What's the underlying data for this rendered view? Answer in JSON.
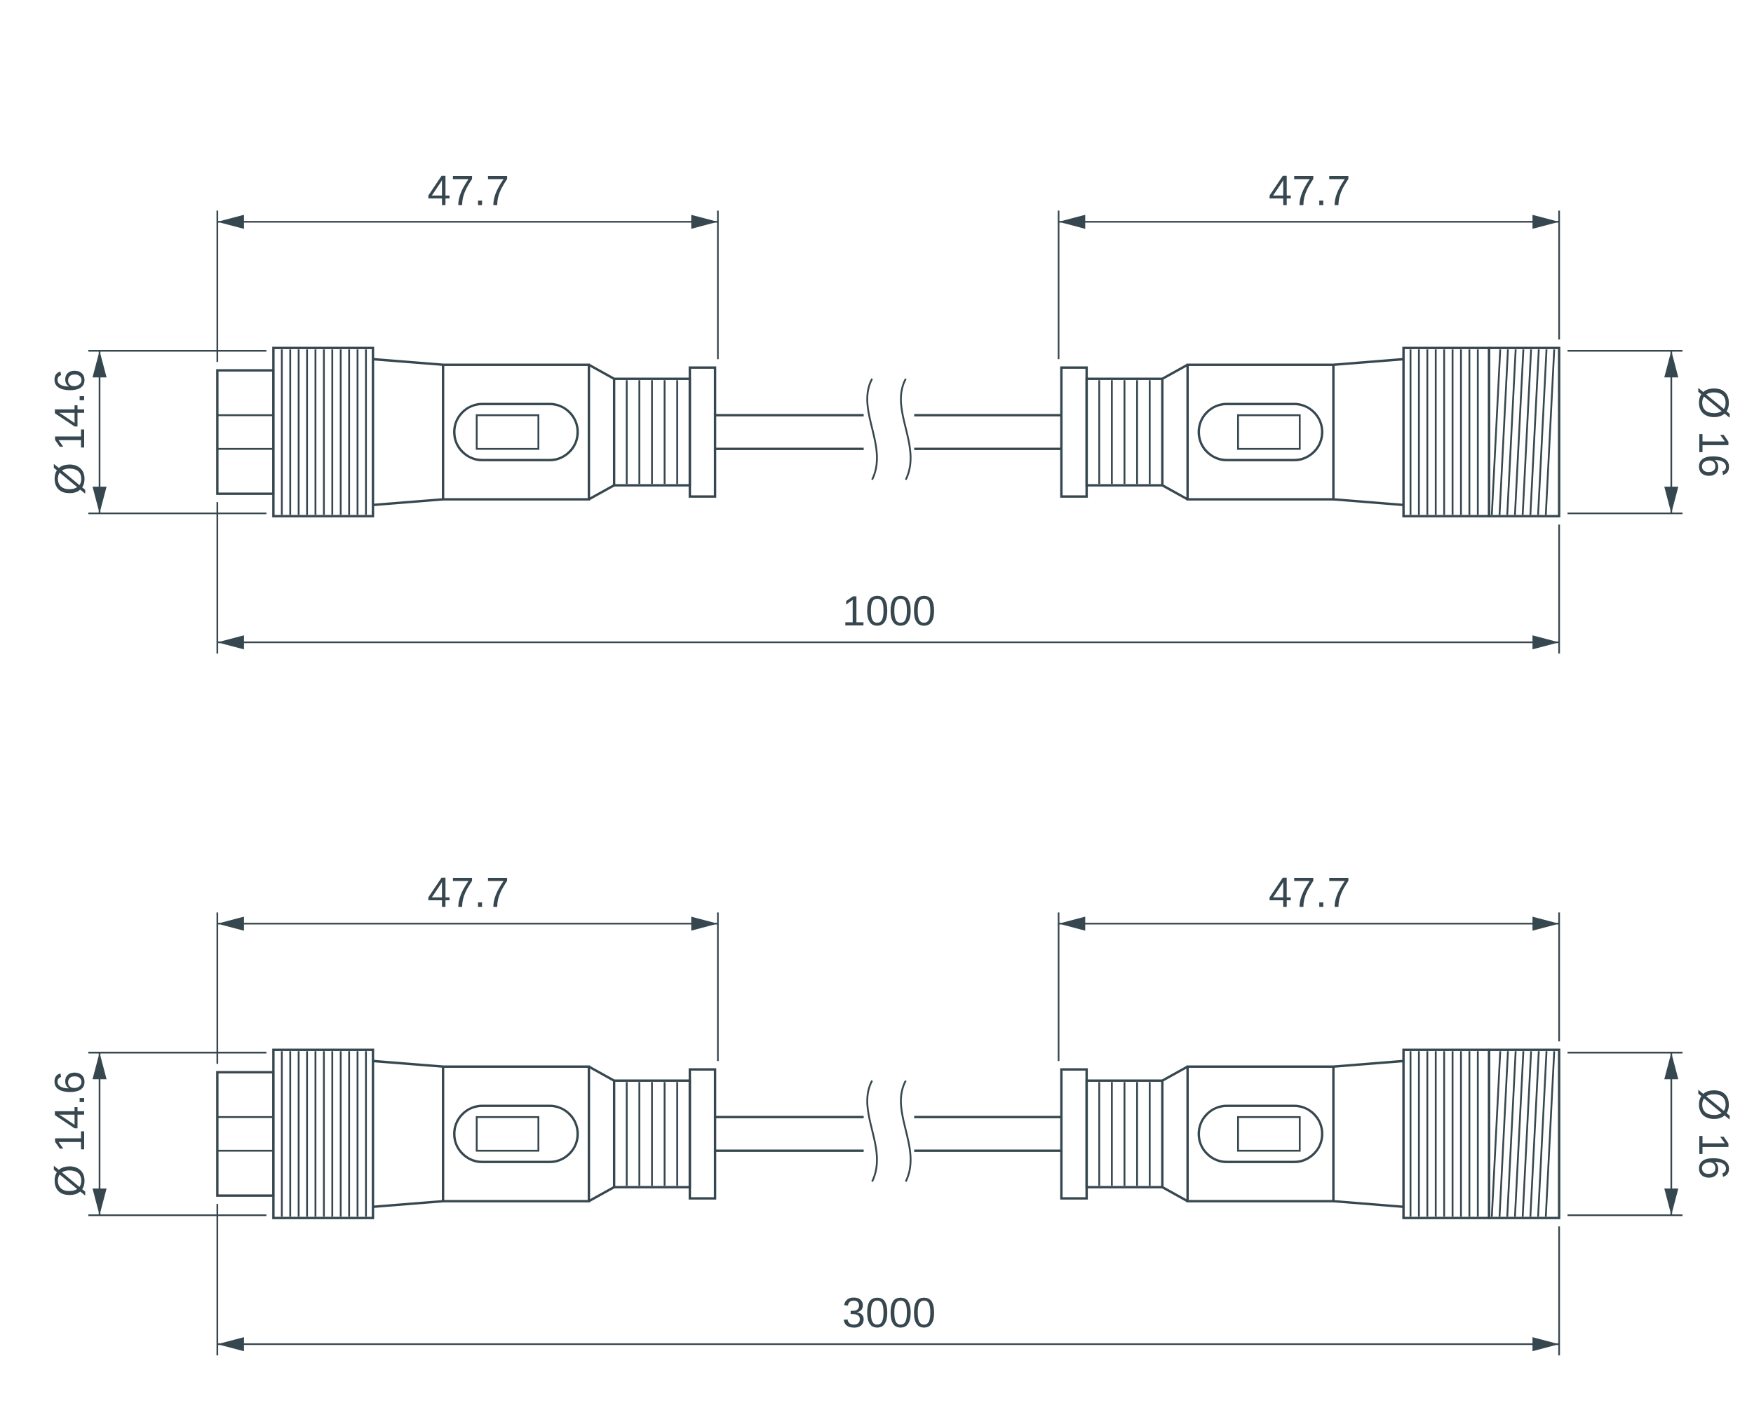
{
  "drawing": {
    "line_color": "#37474F",
    "background_color": "#FFFFFF",
    "type": "technical-dimension-drawing",
    "subject": "cable assembly with two circular connectors"
  },
  "figures": [
    {
      "left_connector_length": "47.7",
      "right_connector_length": "47.7",
      "left_diameter": "Ø 14.6",
      "right_diameter": "Ø 16",
      "total_length": "1000"
    },
    {
      "left_connector_length": "47.7",
      "right_connector_length": "47.7",
      "left_diameter": "Ø 14.6",
      "right_diameter": "Ø 16",
      "total_length": "3000"
    }
  ]
}
